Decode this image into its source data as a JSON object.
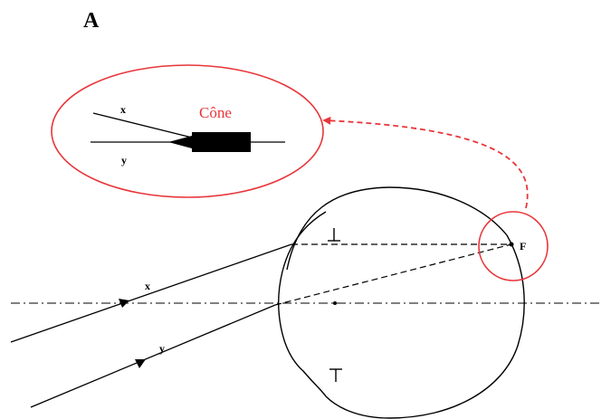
{
  "panel_label": "A",
  "labels": {
    "ray_x_inset": "x",
    "ray_y_inset": "y",
    "cone": "Cône",
    "ray_x": "x",
    "ray_y": "y",
    "focus": "F"
  },
  "colors": {
    "line": "#000000",
    "highlight": "#e8353a",
    "background": "#ffffff"
  }
}
